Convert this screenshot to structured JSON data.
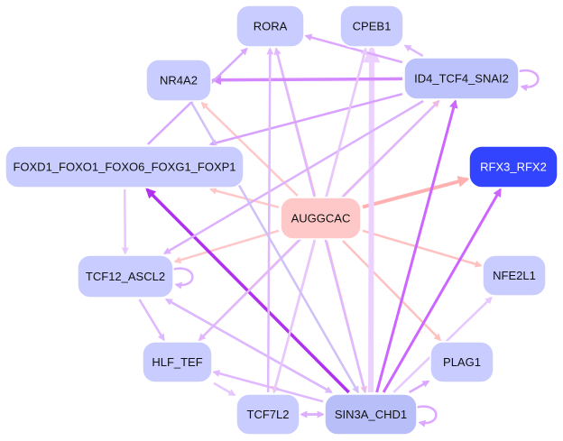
{
  "nodes": [
    {
      "id": "RORA",
      "label": "RORA",
      "fill": "#c8ccff",
      "text": "#111111"
    },
    {
      "id": "CPEB1",
      "label": "CPEB1",
      "fill": "#c8ccff",
      "text": "#111111"
    },
    {
      "id": "NR4A2",
      "label": "NR4A2",
      "fill": "#c8ccff",
      "text": "#111111"
    },
    {
      "id": "ID4",
      "label": "ID4_TCF4_SNAI2",
      "fill": "#bcc2fb",
      "text": "#111111"
    },
    {
      "id": "FOXD1",
      "label": "FOXD1_FOXO1_FOXO6_FOXG1_FOXP1",
      "fill": "#c8ccff",
      "text": "#111111"
    },
    {
      "id": "RFX3",
      "label": "RFX3_RFX2",
      "fill": "#3344ff",
      "text": "#ffffff"
    },
    {
      "id": "AUGGCAC",
      "label": "AUGGCAC",
      "fill": "#ffc8c8",
      "text": "#111111"
    },
    {
      "id": "TCF12",
      "label": "TCF12_ASCL2",
      "fill": "#c8ccff",
      "text": "#111111"
    },
    {
      "id": "NFE2L1",
      "label": "NFE2L1",
      "fill": "#c8ccff",
      "text": "#111111"
    },
    {
      "id": "HLF",
      "label": "HLF_TEF",
      "fill": "#c8ccff",
      "text": "#111111"
    },
    {
      "id": "PLAG1",
      "label": "PLAG1",
      "fill": "#c8ccff",
      "text": "#111111"
    },
    {
      "id": "TCF7L2",
      "label": "TCF7L2",
      "fill": "#c8ccff",
      "text": "#111111"
    },
    {
      "id": "SIN3A",
      "label": "SIN3A_CHD1",
      "fill": "#b8bef8",
      "text": "#111111"
    }
  ],
  "edges": [
    {
      "from": "AUGGCAC",
      "to": "RORA",
      "color": "#ffbcbc"
    },
    {
      "from": "AUGGCAC",
      "to": "CPEB1",
      "color": "#ffc8c8"
    },
    {
      "from": "AUGGCAC",
      "to": "NR4A2",
      "color": "#ffc8c8"
    },
    {
      "from": "AUGGCAC",
      "to": "ID4",
      "color": "#ffbcbc"
    },
    {
      "from": "AUGGCAC",
      "to": "FOXD1",
      "color": "#ffc8c8"
    },
    {
      "from": "AUGGCAC",
      "to": "RFX3",
      "color": "#ffb0b0"
    },
    {
      "from": "AUGGCAC",
      "to": "TCF12",
      "color": "#ffc8c8"
    },
    {
      "from": "AUGGCAC",
      "to": "NFE2L1",
      "color": "#ffc0c0"
    },
    {
      "from": "AUGGCAC",
      "to": "HLF",
      "color": "#ffc0c0"
    },
    {
      "from": "AUGGCAC",
      "to": "PLAG1",
      "color": "#ffc0c0"
    },
    {
      "from": "AUGGCAC",
      "to": "TCF7L2",
      "color": "#ffbcbc"
    },
    {
      "from": "AUGGCAC",
      "to": "SIN3A",
      "color": "#ffc0c0"
    },
    {
      "from": "SIN3A",
      "to": "FOXD1",
      "color": "#b030f0"
    },
    {
      "from": "SIN3A",
      "to": "ID4",
      "color": "#cc66ff"
    },
    {
      "from": "SIN3A",
      "to": "RFX3",
      "color": "#cc66ff"
    },
    {
      "from": "SIN3A",
      "to": "NFE2L1",
      "color": "#e6c8ff"
    },
    {
      "from": "SIN3A",
      "to": "PLAG1",
      "color": "#dca8ff"
    },
    {
      "from": "SIN3A",
      "to": "HLF",
      "color": "#e0b8ff"
    },
    {
      "from": "SIN3A",
      "to": "TCF7L2",
      "color": "#dca8ff"
    },
    {
      "from": "SIN3A",
      "to": "CPEB1",
      "color": "#ecd0ff"
    },
    {
      "from": "SIN3A",
      "to": "RORA",
      "color": "#e0b8ff"
    },
    {
      "from": "SIN3A",
      "to": "TCF12",
      "color": "#dcb8ff"
    },
    {
      "from": "SIN3A",
      "to": "SIN3A",
      "color": "#dca8ff"
    },
    {
      "from": "ID4",
      "to": "RORA",
      "color": "#dca8ff"
    },
    {
      "from": "ID4",
      "to": "CPEB1",
      "color": "#dcb8ff"
    },
    {
      "from": "ID4",
      "to": "NR4A2",
      "color": "#d488ff"
    },
    {
      "from": "ID4",
      "to": "FOXD1",
      "color": "#d8a0ff"
    },
    {
      "from": "ID4",
      "to": "TCF12",
      "color": "#dcb0ff"
    },
    {
      "from": "ID4",
      "to": "HLF",
      "color": "#e0b8ff"
    },
    {
      "from": "ID4",
      "to": "ID4",
      "color": "#dca8ff"
    },
    {
      "from": "FOXD1",
      "to": "RORA",
      "color": "#d8a8ff"
    },
    {
      "from": "FOXD1",
      "to": "TCF12",
      "color": "#e6c8ff"
    },
    {
      "from": "TCF12",
      "to": "HLF",
      "color": "#e0b8ff"
    },
    {
      "from": "TCF12",
      "to": "TCF12",
      "color": "#dcb0ff"
    },
    {
      "from": "TCF12",
      "to": "SIN3A",
      "color": "#dcb8ff"
    },
    {
      "from": "TCF7L2",
      "to": "RORA",
      "color": "#e0b8ff"
    },
    {
      "from": "TCF7L2",
      "to": "CPEB1",
      "color": "#e6c8ff"
    },
    {
      "from": "TCF7L2",
      "to": "SIN3A",
      "color": "#dcb0ff"
    },
    {
      "from": "NR4A2",
      "to": "SIN3A",
      "color": "#d0c0f8"
    },
    {
      "from": "HLF",
      "to": "TCF7L2",
      "color": "#e6c8ff"
    }
  ]
}
